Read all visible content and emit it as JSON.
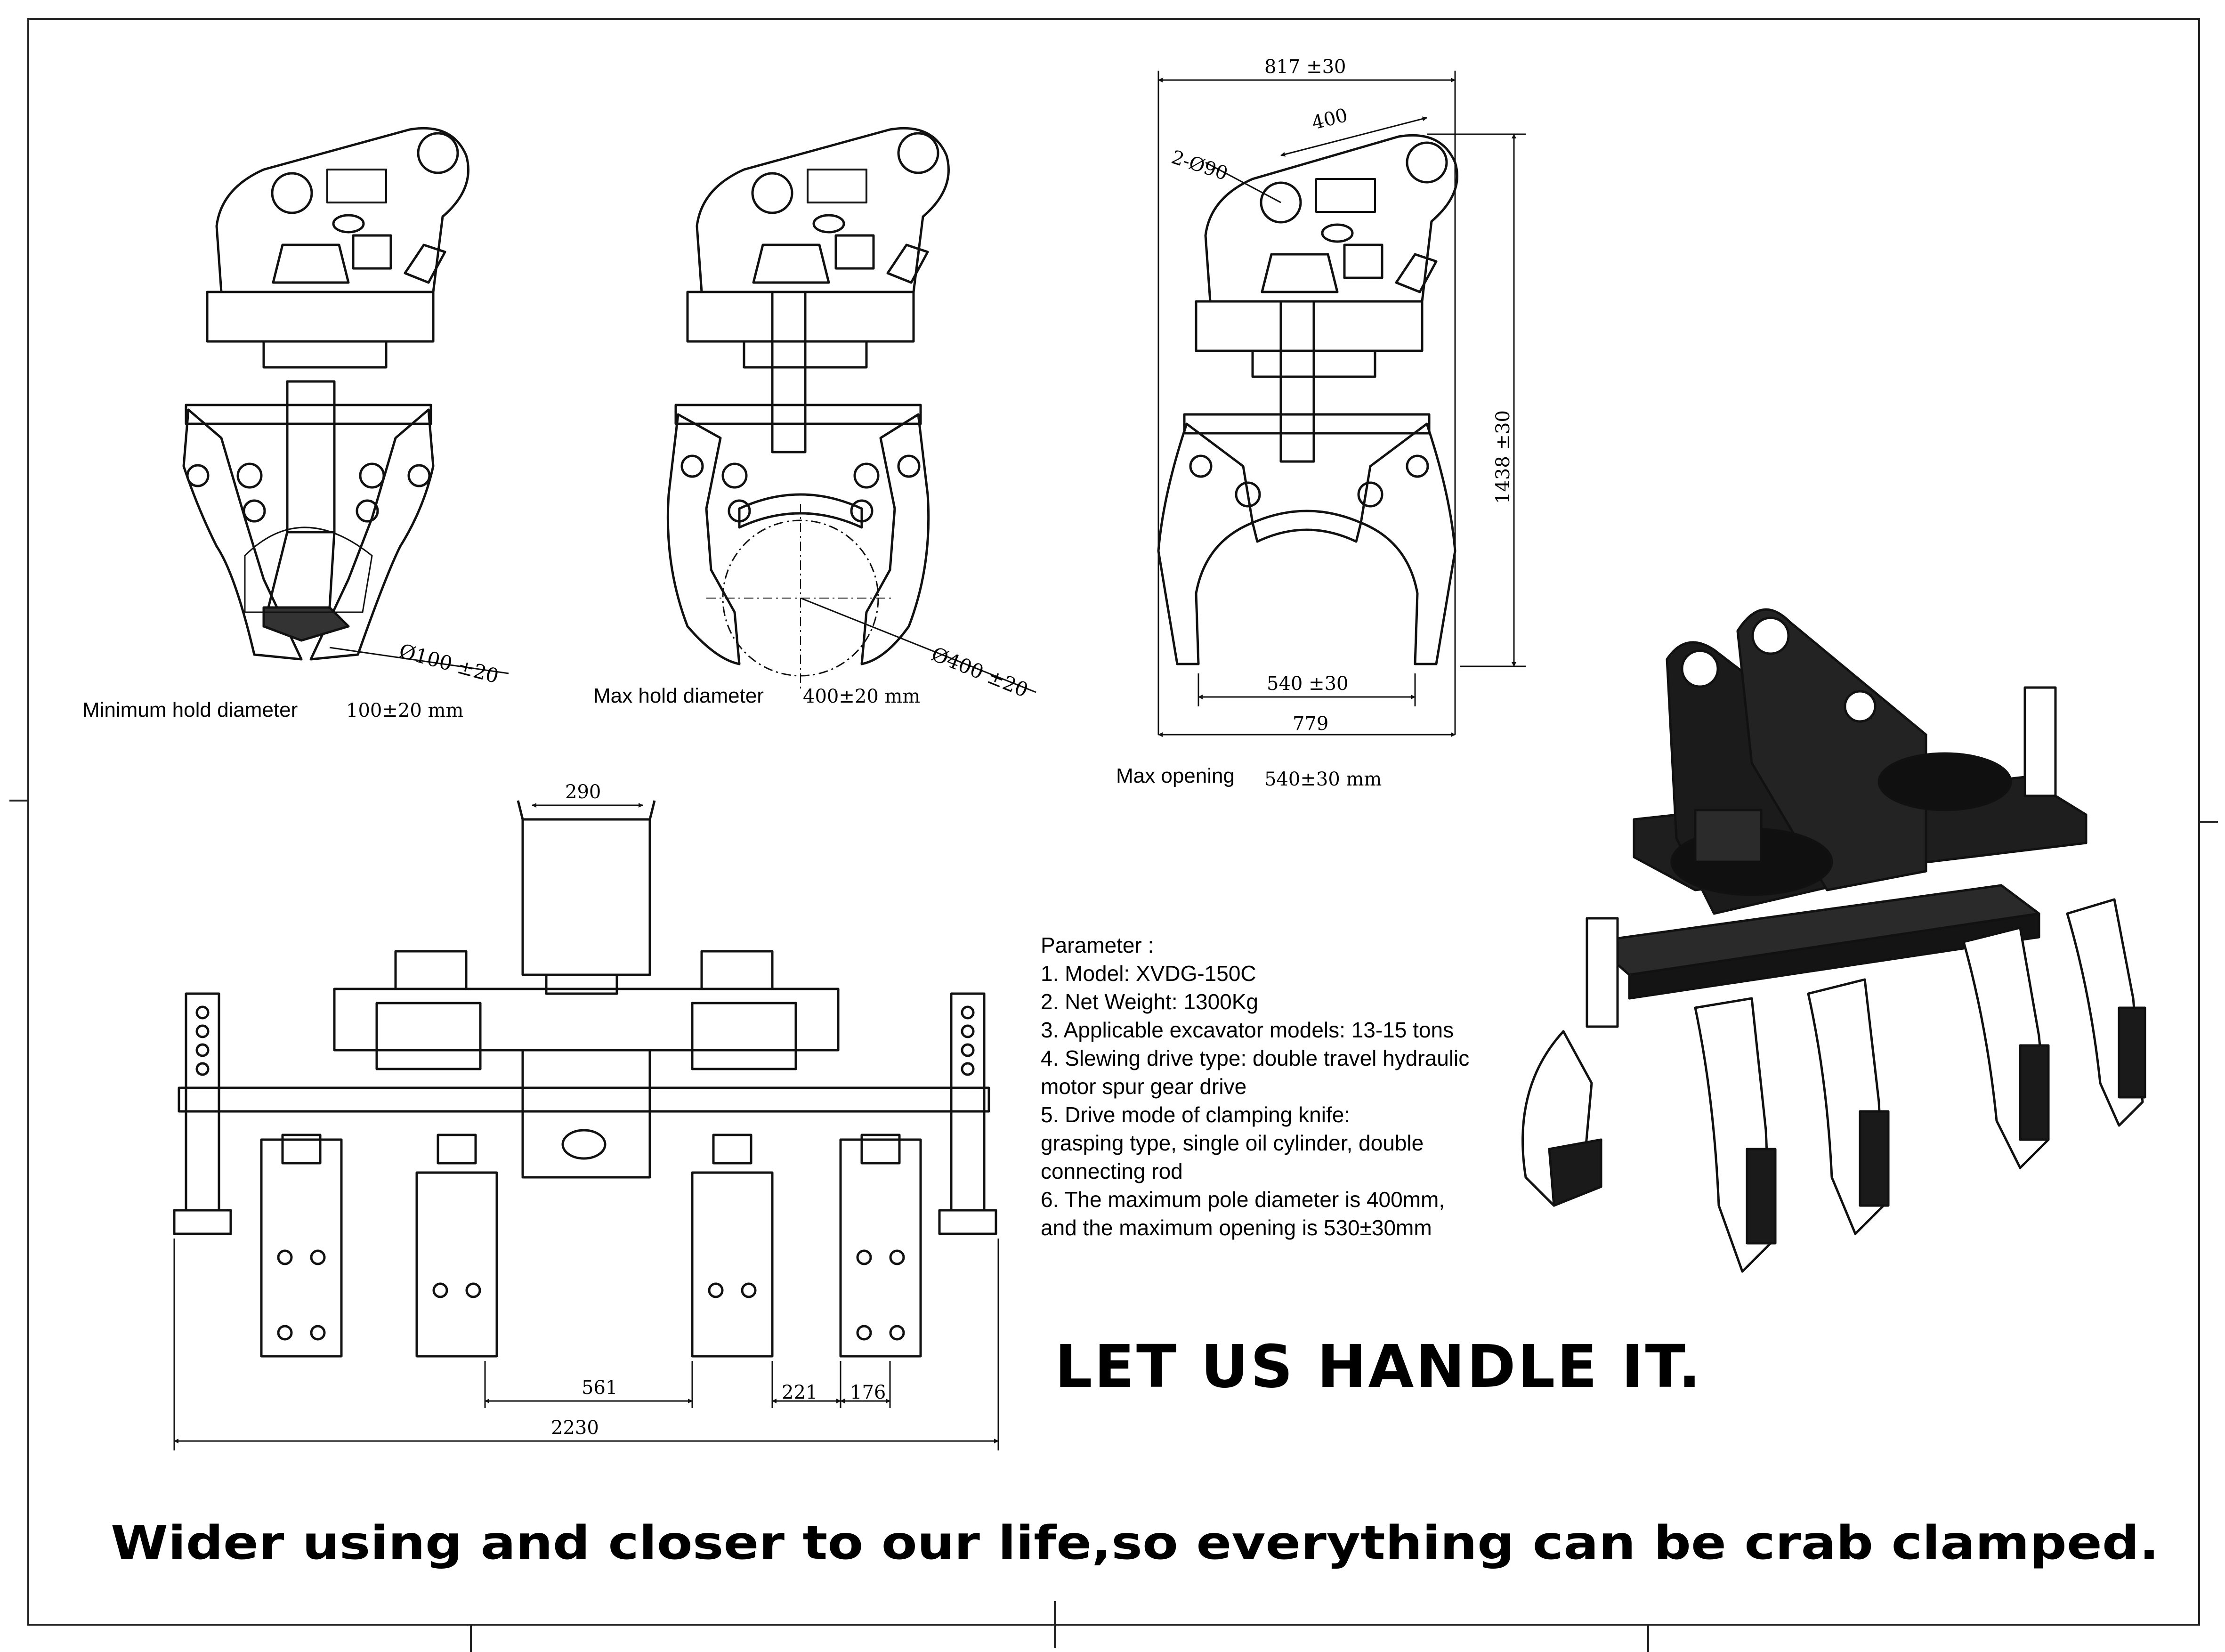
{
  "figure_captions": {
    "min_hold": {
      "label": "Minimum hold diameter",
      "value": "100±20 mm"
    },
    "max_hold": {
      "label": "Max hold diameter",
      "value": "400±20 mm"
    },
    "max_opening": {
      "label": "Max opening",
      "value": "540±30 mm"
    }
  },
  "dimensions": {
    "min_hold_dia": "Ø100 ±20",
    "max_hold_dia": "Ø400 ±20",
    "overall_width_top": "817 ±30",
    "pin_spacing": "400",
    "pin_holes": "2-Ø90",
    "overall_height": "1438 ±30",
    "opening_inner": "540 ±30",
    "opening_outer": "779",
    "mount_width": "290",
    "tine_spacing": "561",
    "tine_pitch_a": "221",
    "tine_pitch_b": "176",
    "overall_length": "2230"
  },
  "parameters": {
    "heading": "Parameter :",
    "lines": [
      "1. Model: XVDG-150C",
      "2. Net Weight: 1300Kg",
      "3. Applicable excavator models: 13-15 tons",
      "4. Slewing drive type: double travel hydraulic",
      "motor spur gear drive",
      "5. Drive mode of clamping knife:",
      "grasping type, single oil cylinder, double",
      "connecting rod",
      "6. The maximum pole diameter is 400mm,",
      "and the maximum opening is 530±30mm"
    ]
  },
  "slogan": "LET US HANDLE IT.",
  "tagline": "Wider using and closer to our life,so everything can be crab clamped.",
  "colors": {
    "line": "#111111",
    "dark_part": "#1e1e1e",
    "accent": "#000000"
  }
}
